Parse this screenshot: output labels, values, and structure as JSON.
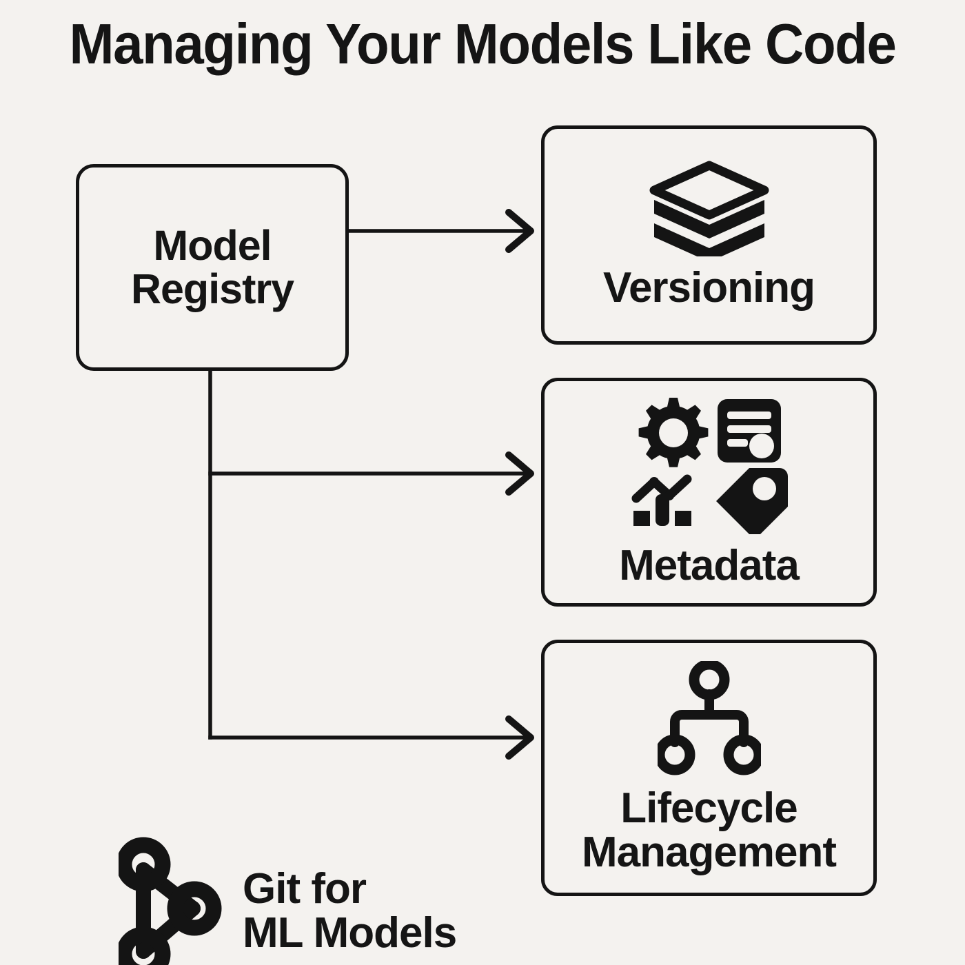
{
  "title": "Managing Your Models Like Code",
  "colors": {
    "background": "#f4f2ef",
    "ink": "#141414",
    "stroke": "#141414"
  },
  "source_node": {
    "label": "Model\nRegistry",
    "name": "model-registry"
  },
  "target_nodes": [
    {
      "name": "versioning",
      "label": "Versioning",
      "icon": "layers-stack-icon"
    },
    {
      "name": "metadata",
      "label": "Metadata",
      "icon": "metadata-cluster-icon"
    },
    {
      "name": "lifecycle",
      "label": "Lifecycle\nManagement",
      "icon": "hierarchy-tree-icon"
    }
  ],
  "connectors": [
    {
      "from": "model-registry",
      "to": "versioning",
      "style": "arrow"
    },
    {
      "from": "model-registry",
      "to": "metadata",
      "style": "arrow"
    },
    {
      "from": "model-registry",
      "to": "lifecycle",
      "style": "arrow"
    }
  ],
  "footer": {
    "icon": "git-graph-icon",
    "caption": "Git for\nML Models"
  }
}
